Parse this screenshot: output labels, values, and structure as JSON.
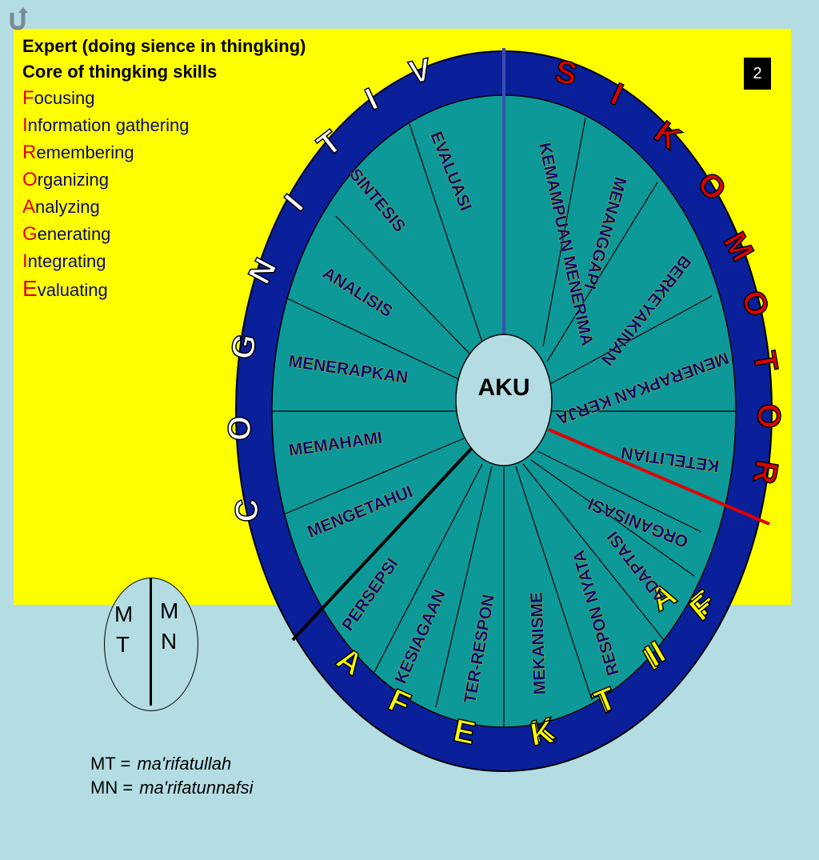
{
  "header": {
    "line1": "Expert (doing sience in thingking)",
    "line2": "Core of thingking skills"
  },
  "skills": [
    {
      "initial": "F",
      "rest": "ocusing"
    },
    {
      "initial": "I",
      "rest": "nformation gathering"
    },
    {
      "initial": "R",
      "rest": "emembering"
    },
    {
      "initial": "O",
      "rest": "rganizing"
    },
    {
      "initial": "A",
      "rest": "nalyzing"
    },
    {
      "initial": "G",
      "rest": "enerating"
    },
    {
      "initial": "I",
      "rest": "ntegrating"
    },
    {
      "initial": "E",
      "rest": "valuating"
    }
  ],
  "page_number": "2",
  "wheel": {
    "center_label": "AKU",
    "ring_letters": [
      "C",
      "O",
      "G",
      "N",
      "I",
      "T",
      "I",
      "V",
      "S",
      "I",
      "K",
      "O",
      "M",
      "O",
      "T",
      "O",
      "R",
      "F",
      "I",
      "A",
      "K",
      "T",
      "I",
      "F",
      "E",
      "K",
      "T",
      "I",
      "F",
      "A"
    ],
    "segments": {
      "kognitif": [
        "MENGETAHUI",
        "MEMAHAMI",
        "MENERAPKAN",
        "ANALISIS",
        "SINTESIS",
        "EVALUASI"
      ],
      "psikomotor": [
        "KEMAMPUAN MENERIMA",
        "MENANGGAPI",
        "BERKEYAKINAN",
        "MENERAPKAN KERJA",
        "KETELITIAN"
      ],
      "afektif": [
        "ORGANISASI",
        "ADAPTASI",
        "RESPON NYATA",
        "MEKANISME",
        "TER-RESPON",
        "KESIAGAAN",
        "PERSEPSI"
      ]
    },
    "colors": {
      "outer": "#0a1f9a",
      "inner": "#0e9999",
      "center": "#b4dde3",
      "initial": "#ffd700",
      "psikomotor_ring": "#e00000",
      "cognitive_ring": "#ffffff",
      "afektif_ring": "#ffff00",
      "divider_red": "#e00000"
    }
  },
  "oval": {
    "left_top": "M",
    "left_bottom": "T",
    "right_top": "M",
    "right_bottom": "N"
  },
  "legend": [
    {
      "abbr": "MT =",
      "term": "ma'rifatullah"
    },
    {
      "abbr": "MN =",
      "term": "ma'rifatunnafsi"
    }
  ]
}
